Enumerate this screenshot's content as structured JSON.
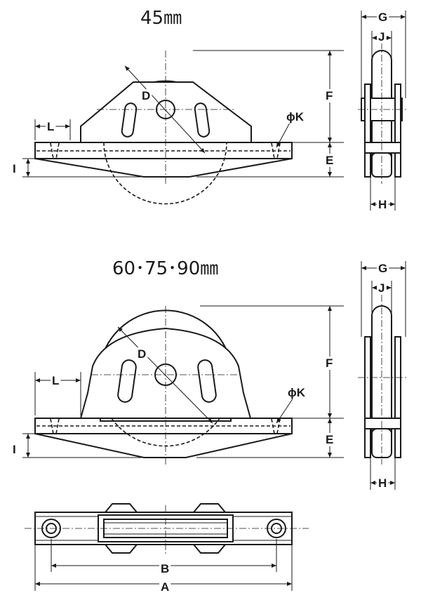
{
  "views": {
    "small": {
      "title": "45㎜"
    },
    "large": {
      "title": "60･75･90㎜"
    }
  },
  "labels": {
    "A": "A",
    "B": "B",
    "D": "D",
    "E": "E",
    "F": "F",
    "G": "G",
    "H": "H",
    "I": "I",
    "J": "J",
    "L": "L",
    "K": "ϕK"
  }
}
